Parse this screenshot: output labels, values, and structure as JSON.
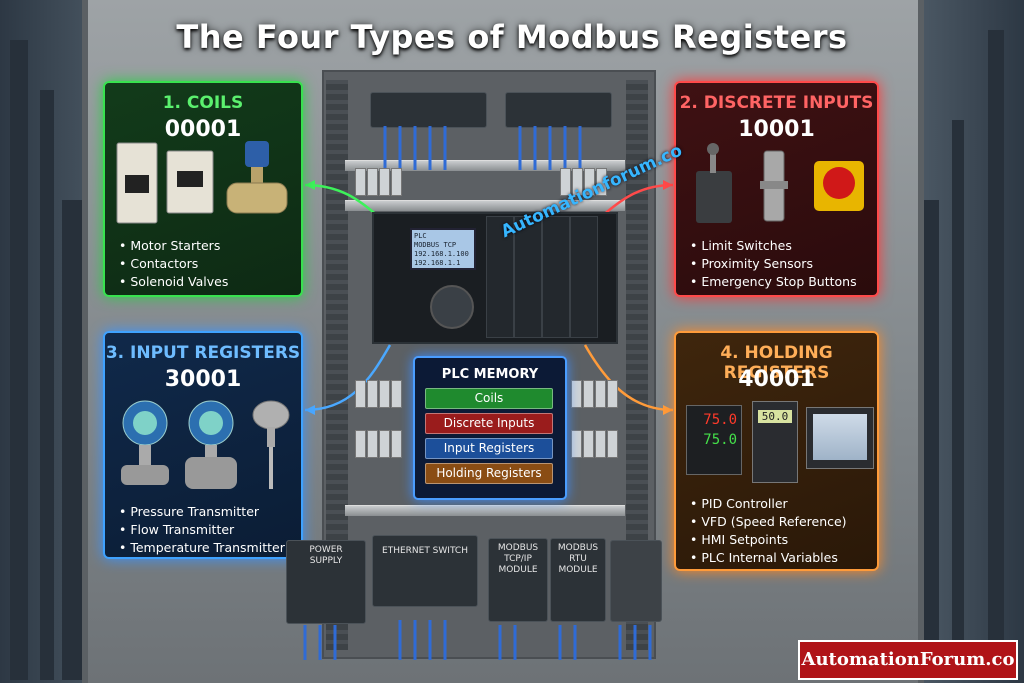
{
  "title": "The Four Types of Modbus Registers",
  "colors": {
    "coils": "#38e24f",
    "discrete": "#ff4a4a",
    "input": "#3fa2ff",
    "holding": "#ff9b3a"
  },
  "panels": {
    "coils": {
      "title": "1. COILS",
      "address": "00001",
      "items": [
        "Motor Starters",
        "Contactors",
        "Solenoid Valves"
      ]
    },
    "discrete": {
      "title": "2. DISCRETE INPUTS",
      "address": "10001",
      "items": [
        "Limit Switches",
        "Proximity Sensors",
        "Emergency Stop Buttons"
      ]
    },
    "input": {
      "title": "3. INPUT REGISTERS",
      "address": "30001",
      "items": [
        "Pressure Transmitter",
        "Flow Transmitter",
        "Temperature Transmitter"
      ]
    },
    "holding": {
      "title": "4. HOLDING REGISTERS",
      "address": "40001",
      "items": [
        "PID Controller",
        "VFD (Speed Reference)",
        "HMI Setpoints",
        "PLC Internal Variables"
      ]
    }
  },
  "memory": {
    "title": "PLC MEMORY",
    "rows": [
      "Coils",
      "Discrete Inputs",
      "Input Registers",
      "Holding Registers"
    ]
  },
  "plc": {
    "label": "PLC",
    "screen": [
      "PLC",
      "MODBUS TCP",
      "192.168.1.100",
      "192.168.1.1"
    ]
  },
  "hardware": {
    "power": "POWER SUPPLY",
    "switch": "ETHERNET SWITCH",
    "tcp": "MODBUS TCP/IP MODULE",
    "rtu": "MODBUS RTU MODULE"
  },
  "devices": {
    "pid_display_1": "75.0",
    "pid_display_2": "75.0",
    "vfd_display": "50.0"
  },
  "watermark": "Automationforum.co",
  "logo": "AutomationForum.co"
}
